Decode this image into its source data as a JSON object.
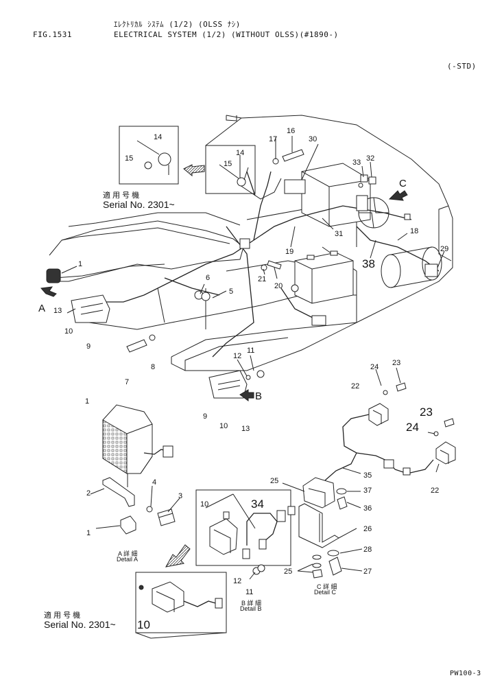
{
  "header": {
    "fig_label": "FIG.1531",
    "title_jp": "ｴﾚｸﾄﾘｶﾙ ｼｽﾃﾑ (1/2) (OLSS ﾅｼ)",
    "title_en": "ELECTRICAL SYSTEM (1/2) (WITHOUT OLSS)(#1890-)",
    "variant": "(-STD)"
  },
  "serial_notes": [
    {
      "jp": "適 用 号 機",
      "en": "Serial No. 2301~"
    },
    {
      "jp": "適 用 号 機",
      "en": "Serial No. 2301~"
    }
  ],
  "view_labels": {
    "A": "A",
    "B": "B",
    "C": "C"
  },
  "details": {
    "A": {
      "jp": "A 詳 細",
      "en": "Detail A"
    },
    "B": {
      "jp": "B 詳 細",
      "en": "Detail B"
    },
    "C": {
      "jp": "C 詳 細",
      "en": "Detail C"
    }
  },
  "page_code": "PW100-3",
  "callouts": {
    "top_inset": [
      "14",
      "15"
    ],
    "main": [
      "1",
      "13",
      "10",
      "9",
      "7",
      "8",
      "6",
      "5",
      "11",
      "12",
      "9",
      "10",
      "13",
      "17",
      "16",
      "30",
      "14",
      "15",
      "33",
      "32",
      "19",
      "31",
      "18",
      "38",
      "21",
      "20",
      "29"
    ],
    "detail_a": [
      "1",
      "2",
      "4",
      "3",
      "1"
    ],
    "detail_b": [
      "10",
      "34",
      "12",
      "11"
    ],
    "bottom_inset": [
      "10"
    ],
    "detail_c": [
      "24",
      "23",
      "22",
      "23",
      "24",
      "22",
      "25",
      "35",
      "37",
      "36",
      "26",
      "28",
      "25",
      "27"
    ]
  }
}
